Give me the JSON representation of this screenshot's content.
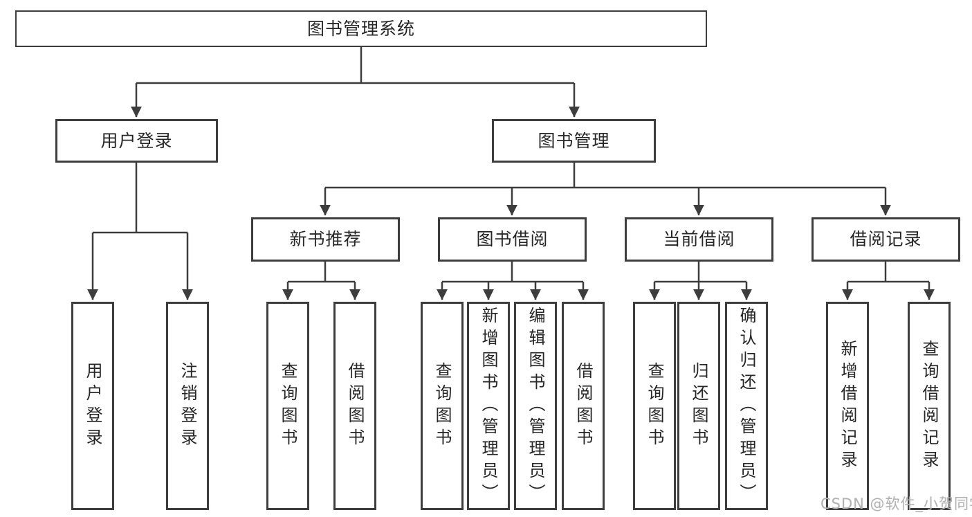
{
  "nodes": {
    "root": "图书管理系统",
    "user_login": "用户登录",
    "book_management": "图书管理",
    "new_book_recommend": "新书推荐",
    "book_borrowing": "图书借阅",
    "current_borrowing": "当前借阅",
    "borrowing_records": "借阅记录",
    "user_login_sub": {
      "login": "用户登录",
      "logout": "注销登录"
    },
    "new_book_sub": {
      "query_books": "查询图书",
      "borrow_books": "借阅图书"
    },
    "book_borrowing_sub": {
      "query_books": "查询图书",
      "add_books_admin": "新增图书（管理员）",
      "edit_books_admin": "编辑图书（管理员）",
      "borrow_books": "借阅图书"
    },
    "current_borrowing_sub": {
      "query_books": "查询图书",
      "return_books": "归还图书",
      "confirm_return_admin": "确认归还（管理员）"
    },
    "borrowing_records_sub": {
      "add_record": "新增借阅记录",
      "query_record": "查询借阅记录"
    }
  },
  "watermark": "CSDN @软件_小贺同学",
  "colors": {
    "line": "#3d3d3d",
    "box_border": "#3d3d3d",
    "text": "#262626",
    "watermark": "#b3b3b3",
    "background": "#ffffff"
  }
}
